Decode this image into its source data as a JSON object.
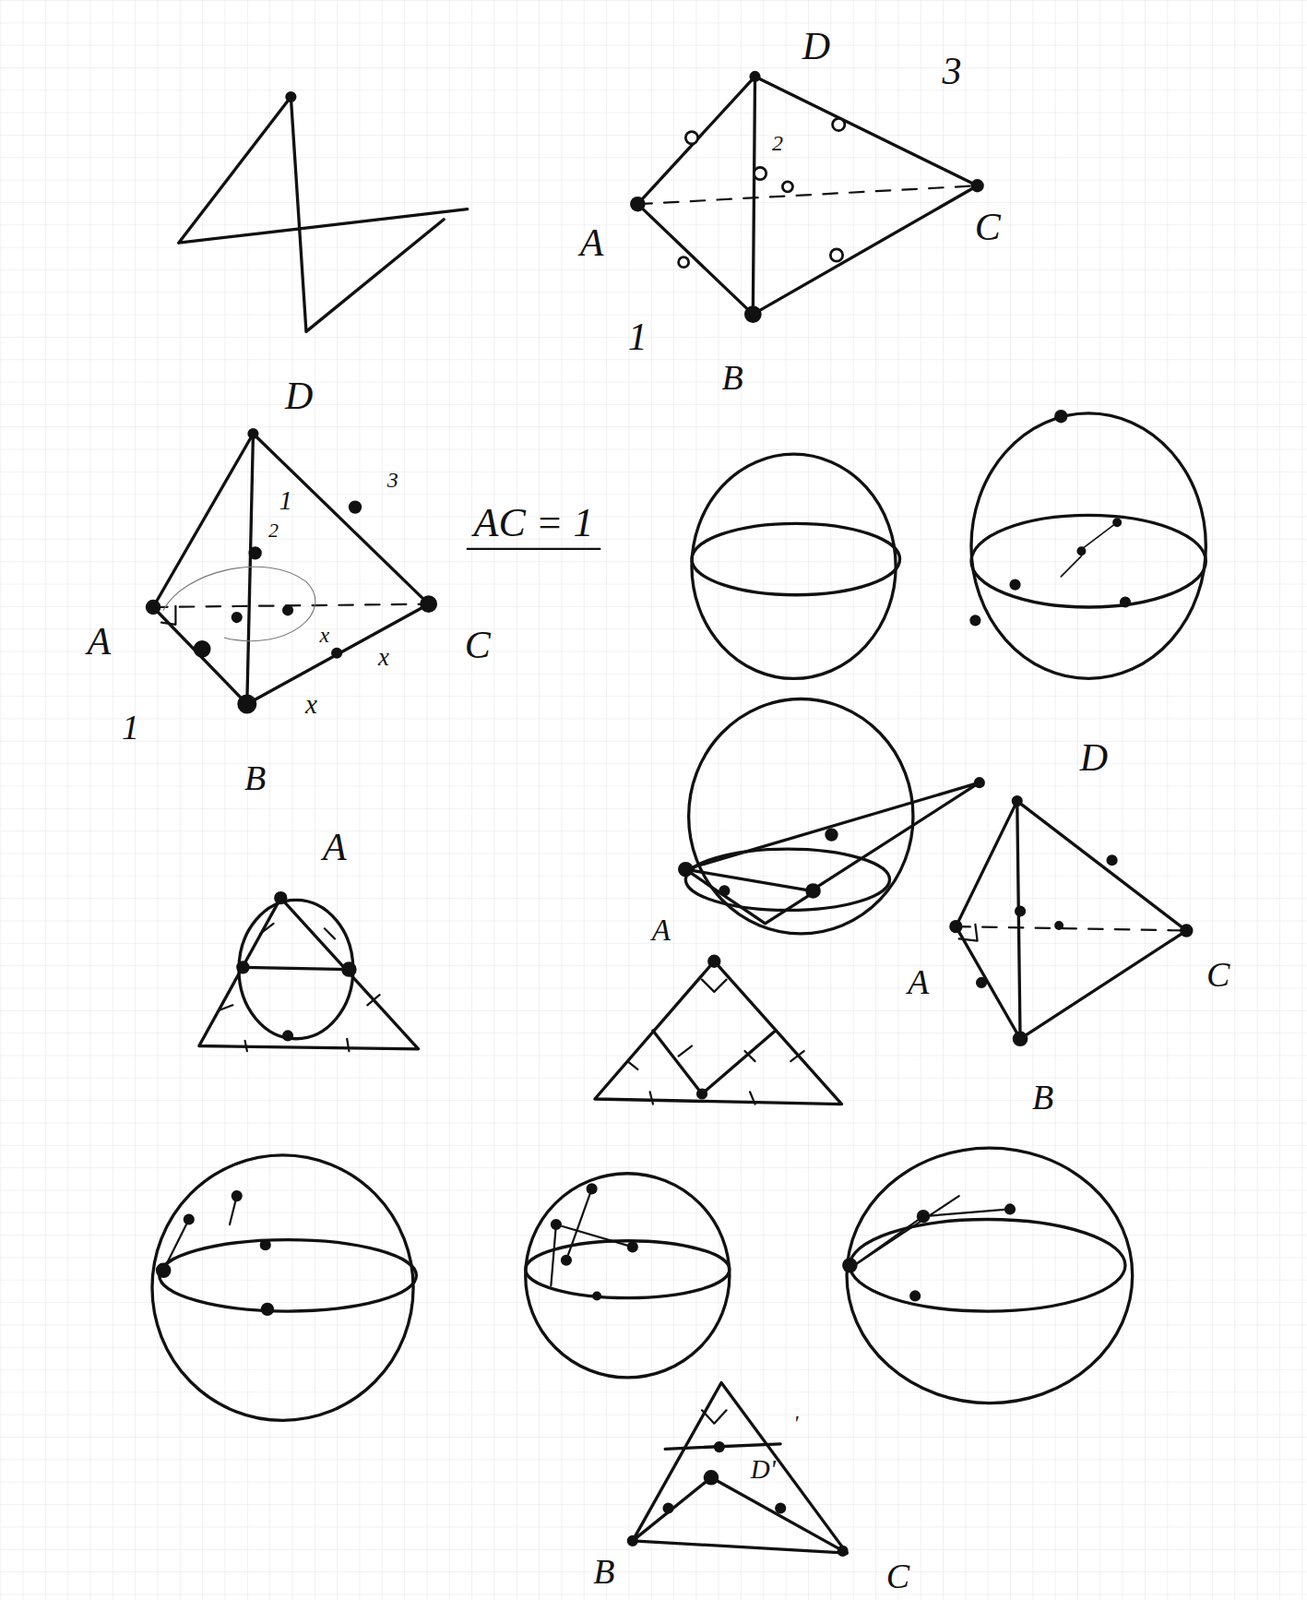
{
  "diagram": {
    "labels": [
      "D",
      "3",
      "2",
      "A",
      "C",
      "1",
      "B",
      "D",
      "1",
      "3",
      "2",
      "A",
      "C",
      "x",
      "x",
      "x",
      "1",
      "B",
      "AC = 1",
      "A",
      "A",
      "D",
      "A",
      "C",
      "B",
      "'",
      "D'",
      "B",
      "C"
    ]
  }
}
